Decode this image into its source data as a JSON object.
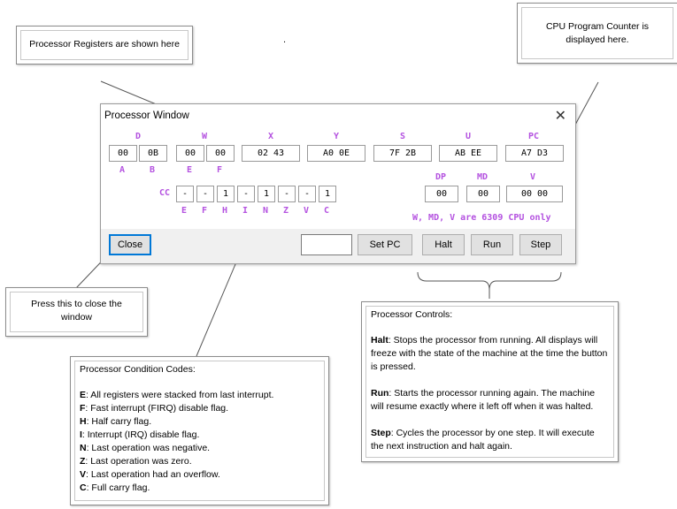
{
  "callouts": {
    "registers": "Processor Registers are shown here",
    "dot": ".",
    "pc": "CPU Program Counter is displayed here.",
    "close": "Press this to close the window",
    "cc_title": "Processor Condition Codes:",
    "cc_items": [
      {
        "key": "E",
        "text": ": All registers were stacked from last interrupt."
      },
      {
        "key": "F",
        "text": ": Fast interrupt (FIRQ) disable flag."
      },
      {
        "key": "H",
        "text": ": Half carry flag."
      },
      {
        "key": "I",
        "text": ": Interrupt (IRQ) disable flag."
      },
      {
        "key": "N",
        "text": ": Last operation was negative."
      },
      {
        "key": "Z",
        "text": ": Last operation was zero."
      },
      {
        "key": "V",
        "text": ": Last operation had an overflow."
      },
      {
        "key": "C",
        "text": ": Full carry flag."
      }
    ],
    "controls_title": "Processor Controls:",
    "controls_items": [
      {
        "key": "Halt",
        "text": ": Stops the processor from running.  All displays will freeze with the state of the machine at the time the button is pressed."
      },
      {
        "key": "Run",
        "text": ": Starts the processor running again.  The machine will resume exactly where it left off when it was halted."
      },
      {
        "key": "Step",
        "text": ": Cycles the processor by one step.  It will execute the next instruction and halt again."
      }
    ]
  },
  "window": {
    "title": "Processor Window",
    "close_glyph": "✕",
    "reg_labels": [
      "D",
      "W",
      "X",
      "Y",
      "S",
      "U",
      "PC"
    ],
    "sub_labels": [
      "A",
      "B",
      "E",
      "F"
    ],
    "regs": {
      "a": "00",
      "b": "0B",
      "e": "00",
      "f": "00",
      "x": "02 43",
      "y": "A0 0E",
      "s": "7F 2B",
      "u": "AB EE",
      "pc": "A7 D3"
    },
    "cc_label": "CC",
    "cc_values": [
      "-",
      "-",
      "1",
      "-",
      "1",
      "-",
      "-",
      "1"
    ],
    "cc_flags": [
      "E",
      "F",
      "H",
      "I",
      "N",
      "Z",
      "V",
      "C"
    ],
    "ext_labels": [
      "DP",
      "MD",
      "V"
    ],
    "ext_values": {
      "dp": "00",
      "md": "00",
      "v": "00 00"
    },
    "ext_note": "W, MD, V are 6309 CPU only",
    "buttons": {
      "close": "Close",
      "setpc": "Set PC",
      "halt": "Halt",
      "run": "Run",
      "step": "Step"
    },
    "pc_input_value": ""
  }
}
